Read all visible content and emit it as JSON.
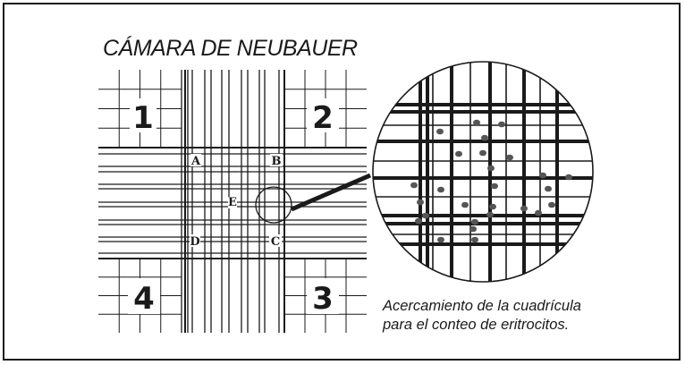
{
  "title": "CÁMARA DE NEUBAUER",
  "caption": {
    "line1": "Acercamiento de la cuadrícula",
    "line2": "para el conteo de eritrocitos."
  },
  "quadrants": [
    "1",
    "2",
    "3",
    "4"
  ],
  "sub_squares": [
    "A",
    "B",
    "C",
    "D",
    "E"
  ],
  "colors": {
    "ink": "#1a1a1a",
    "cell": "#555555"
  }
}
